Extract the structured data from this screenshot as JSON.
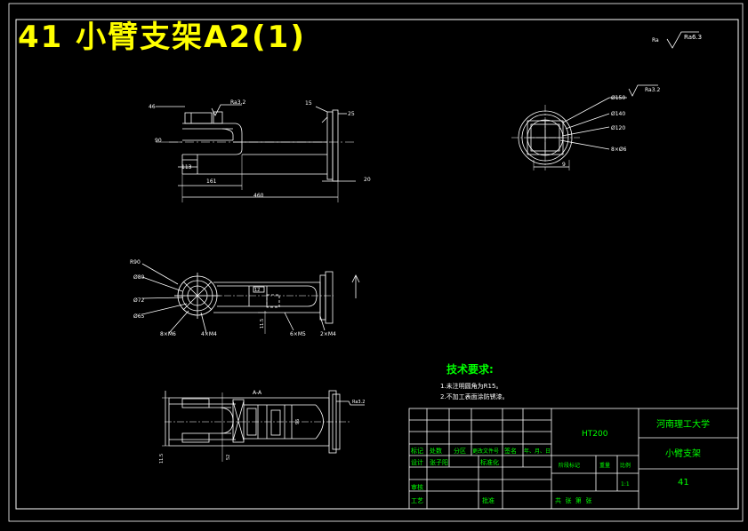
{
  "title": "41 小臂支架A2(1)",
  "corner_roughness": "Ra6.3",
  "view1": {
    "dims": [
      "46",
      "90",
      "113",
      "161",
      "460",
      "25",
      "20",
      "15"
    ],
    "roughness": "Ra3.2"
  },
  "view2": {
    "dims": [
      "Ø150",
      "Ø140",
      "Ø120",
      "8×Ø6",
      "9"
    ],
    "roughness": "Ra3.2"
  },
  "view3": {
    "dims": [
      "R90",
      "Ø80",
      "Ø72",
      "Ø65",
      "8×M6",
      "4×M4",
      "6×M5",
      "2×M4",
      "11.5",
      "12"
    ]
  },
  "view4": {
    "section_label": "A-A",
    "roughness": "Ra3.2",
    "dims": [
      "11.5",
      "52",
      "96"
    ]
  },
  "tech": {
    "heading": "技术要求:",
    "lines": [
      "1.未注明圆角为R15。",
      "2.不加工表面涂防锈漆。"
    ]
  },
  "titleblock": {
    "material": "HT200",
    "school": "河南理工大学",
    "part_name": "小臂支架",
    "drawing_no": "41",
    "scale": "1:1",
    "row_labels": [
      "标记",
      "处数",
      "分区",
      "更改文件号",
      "签名",
      "年、月、日"
    ],
    "design_label": "设计",
    "designer": "张子阳",
    "std_label": "标准化",
    "stage_label": "阶段标记",
    "weight_label": "重量",
    "scale_label": "比例",
    "review_label": "审核",
    "process_label": "工艺",
    "approve_label": "批准",
    "sheets_label": "共  张  第  张"
  },
  "colors": {
    "background": "#000000",
    "line": "#ffffff",
    "title": "#ffff00",
    "tech_heading": "#00ff00",
    "titleblock_text": "#00ff00"
  }
}
